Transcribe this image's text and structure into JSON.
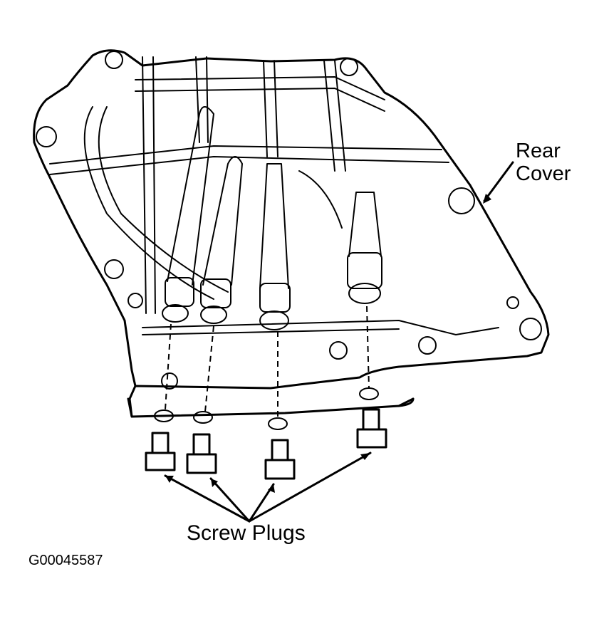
{
  "labels": {
    "rear_cover_line1": "Rear",
    "rear_cover_line2": "Cover",
    "screw_plugs": "Screw Plugs",
    "figure_id": "G00045587"
  },
  "colors": {
    "ink": "#000000",
    "background": "#ffffff"
  }
}
